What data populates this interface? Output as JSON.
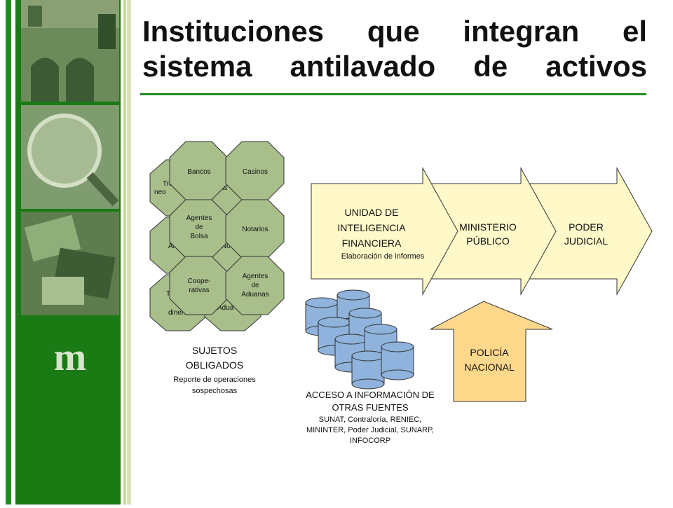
{
  "title": "Instituciones que integran el sistema antilavado de activos",
  "sidebar": {
    "logo_text": "m"
  },
  "colors": {
    "accent_green": "#1d8c1d",
    "hex_fill": "#a8bf8c",
    "arrow_fill": "#fff8c8",
    "police_fill": "#ffd88c",
    "db_fill": "#8fb3dc"
  },
  "sujetos": {
    "hex_back": [
      "Tra",
      "neo",
      "as",
      "Ant",
      "Not",
      "T",
      "dinero",
      "Adua"
    ],
    "hex_front": {
      "bancos": "Bancos",
      "casinos": "Casinos",
      "agentes_bolsa": [
        "Agentes",
        "de",
        "Bolsa"
      ],
      "notarios": "Notarios",
      "cooperativas": [
        "Coope-",
        "rativas"
      ],
      "agentes_aduanas": [
        "Agentes",
        "de",
        "Aduanas"
      ]
    },
    "label": [
      "SUJETOS",
      "OBLIGADOS"
    ],
    "sublabel": [
      "Reporte de operaciones",
      "sospechosas"
    ]
  },
  "flow": {
    "uif": [
      "UNIDAD DE",
      "INTELIGENCIA",
      "FINANCIERA"
    ],
    "uif_sub": "Elaboración de informes",
    "ministerio": [
      "MINISTERIO",
      "PÚBLICO"
    ],
    "poder": [
      "PODER",
      "JUDICIAL"
    ]
  },
  "policia": [
    "POLICÍA",
    "NACIONAL"
  ],
  "acceso": {
    "label": [
      "ACCESO A INFORMACIÓN DE",
      "OTRAS FUENTES"
    ],
    "sublabel": [
      "SUNAT, Contraloría, RENIEC,",
      "MININTER, Poder Judicial, SUNARP,",
      "INFOCORP"
    ]
  }
}
